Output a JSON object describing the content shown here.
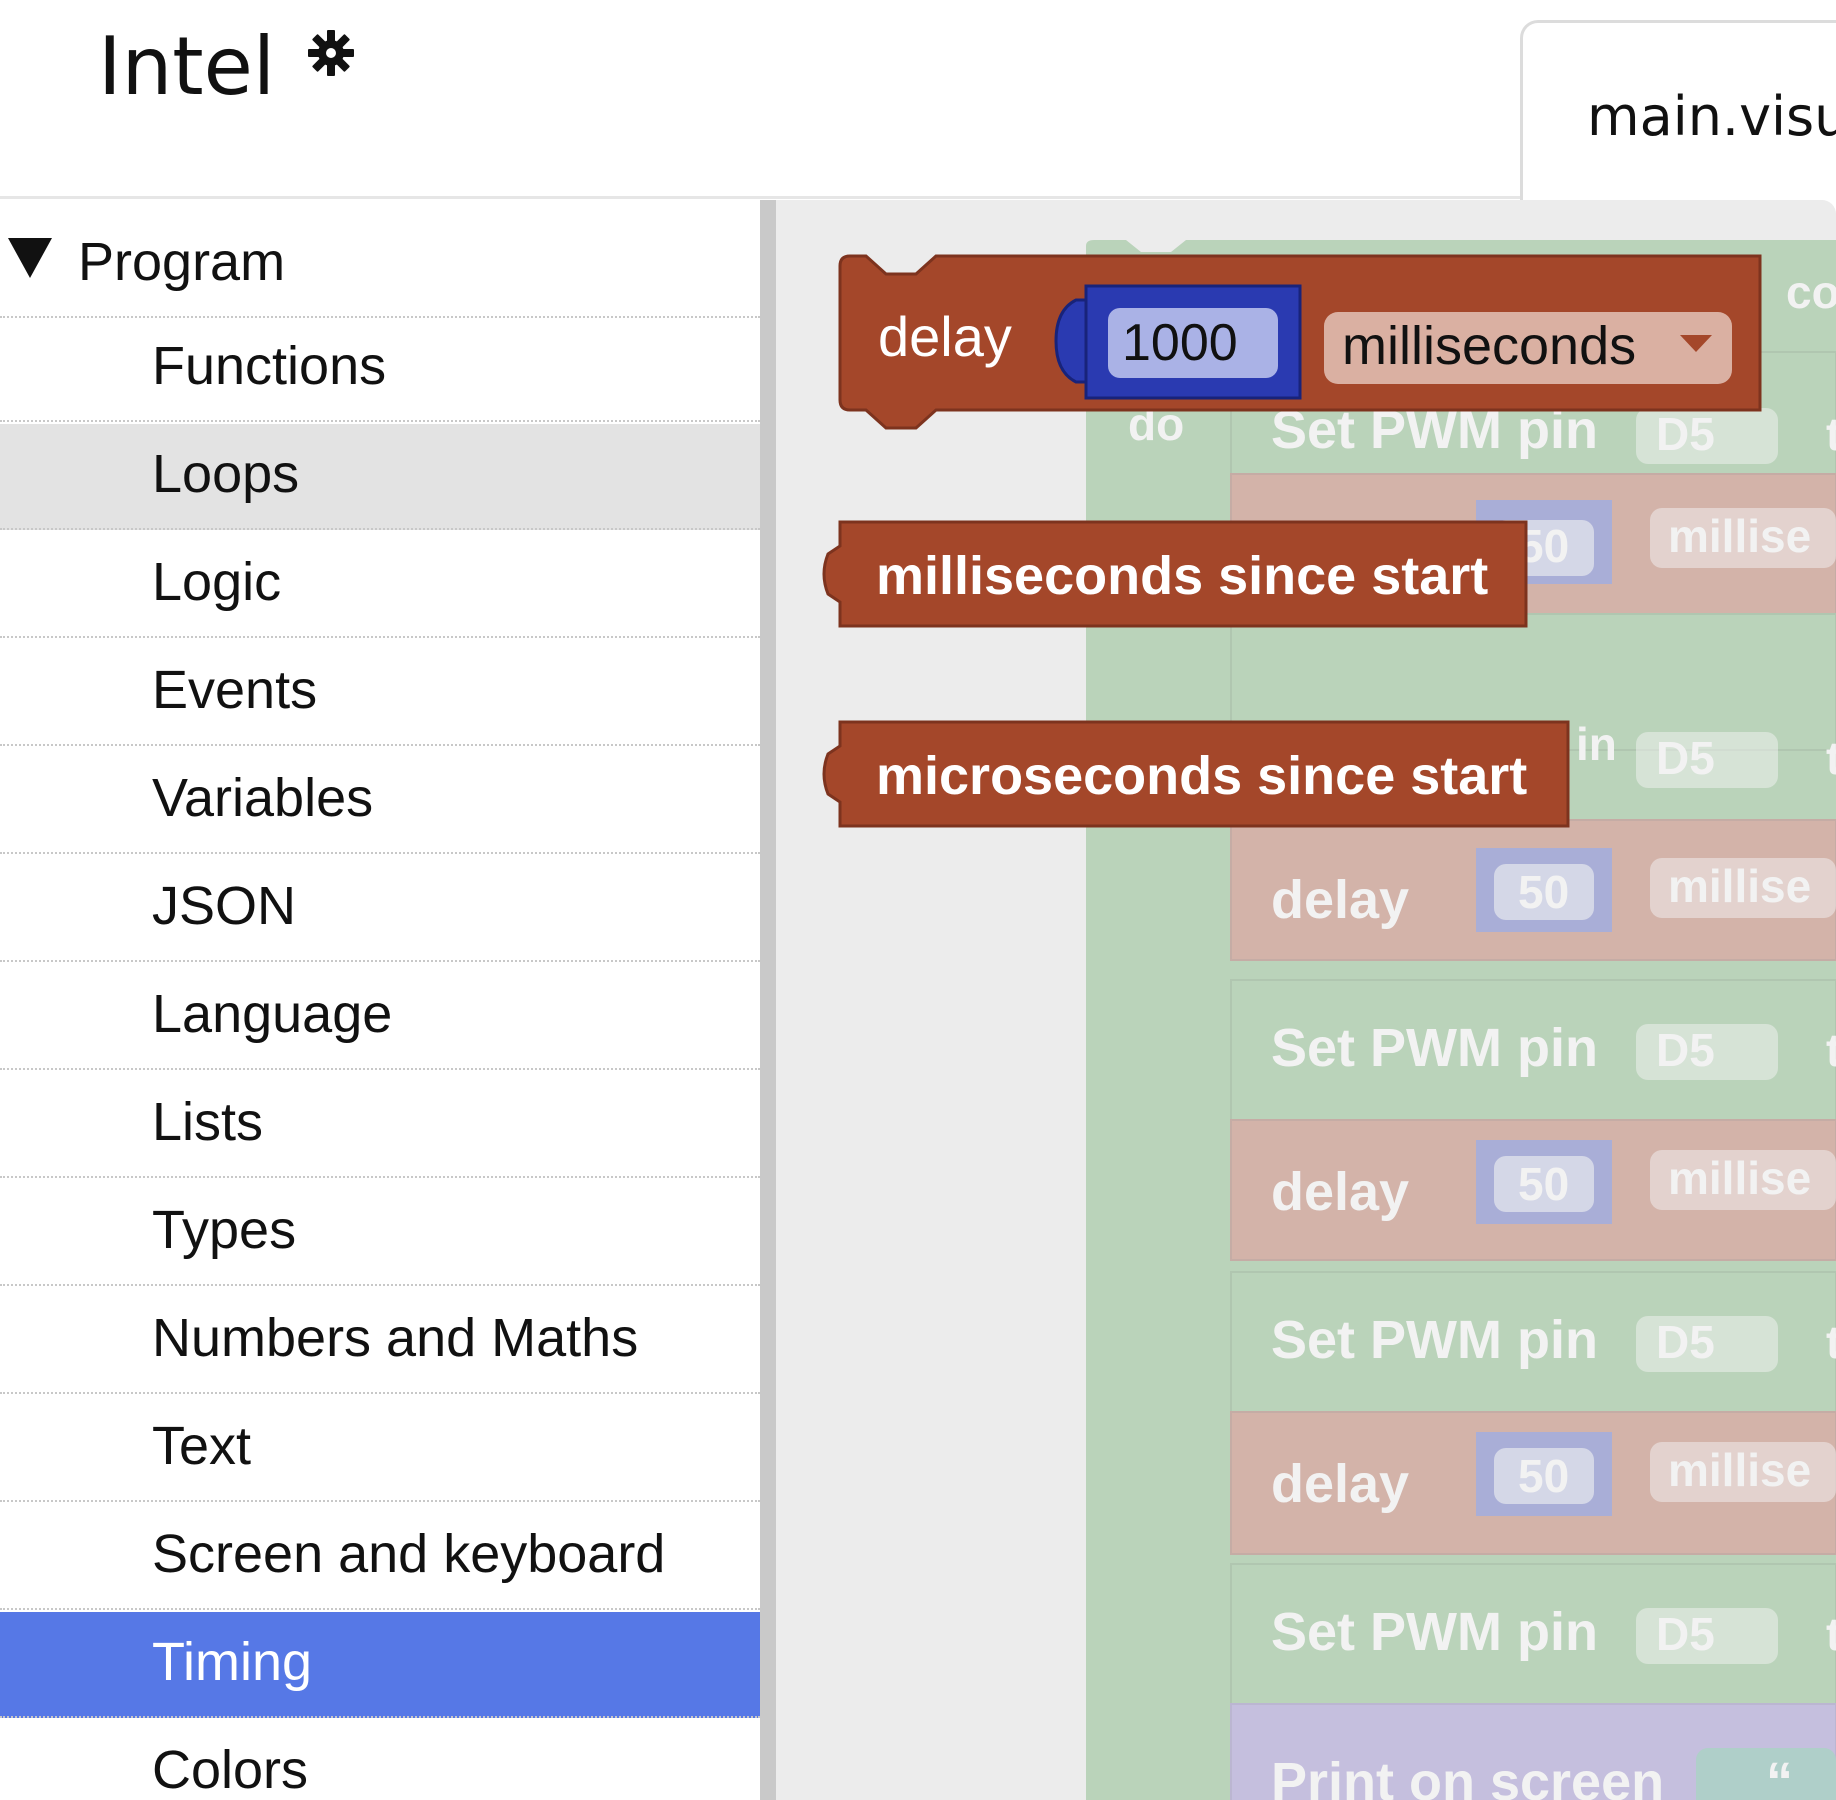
{
  "header": {
    "app_title": "Intel",
    "settings_icon": "gear-icon"
  },
  "tabs": [
    {
      "label": "main.visu"
    }
  ],
  "sidebar": {
    "section": {
      "label": "Program",
      "icon": "triangle-down-icon"
    },
    "items": [
      {
        "label": "Functions"
      },
      {
        "label": "Loops",
        "state": "hover"
      },
      {
        "label": "Logic"
      },
      {
        "label": "Events"
      },
      {
        "label": "Variables"
      },
      {
        "label": "JSON"
      },
      {
        "label": "Language"
      },
      {
        "label": "Lists"
      },
      {
        "label": "Types"
      },
      {
        "label": "Numbers and Maths"
      },
      {
        "label": "Text"
      },
      {
        "label": "Screen and keyboard"
      },
      {
        "label": "Timing",
        "state": "selected"
      },
      {
        "label": "Colors"
      }
    ]
  },
  "flyout": {
    "delay_block": {
      "label": "delay",
      "value": "1000",
      "unit": "milliseconds"
    },
    "millis_block": {
      "label": "milliseconds since start"
    },
    "micros_block": {
      "label": "microseconds since start"
    }
  },
  "background_program": {
    "do_label": "do",
    "header_fragment": "co",
    "pwm_label": "Set PWM pin",
    "pin_value": "D5",
    "pin_fragment": "in",
    "trailing_fragment": "t",
    "delay_label": "delay",
    "delay_value": "50",
    "unit_fragment": "millise",
    "print_label": "Print on screen",
    "quote_fragment": "“"
  },
  "colors": {
    "timing_block": "#a4472a",
    "number_block": "#2a3ab1",
    "loop_block": "#5ba55b",
    "io_block": "#5ba55b",
    "text_block": "#7b6bc4",
    "selected_category": "#5678e6"
  }
}
